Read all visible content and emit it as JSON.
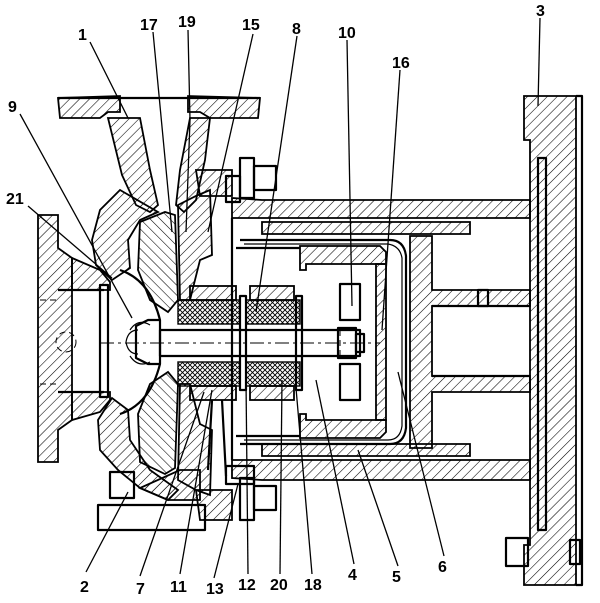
{
  "callouts": [
    {
      "id": "c1",
      "text": "1"
    },
    {
      "id": "c17",
      "text": "17"
    },
    {
      "id": "c19",
      "text": "19"
    },
    {
      "id": "c15",
      "text": "15"
    },
    {
      "id": "c8",
      "text": "8"
    },
    {
      "id": "c10",
      "text": "10"
    },
    {
      "id": "c16",
      "text": "16"
    },
    {
      "id": "c3",
      "text": "3"
    },
    {
      "id": "c9",
      "text": "9"
    },
    {
      "id": "c21",
      "text": "21"
    },
    {
      "id": "c2",
      "text": "2"
    },
    {
      "id": "c7",
      "text": "7"
    },
    {
      "id": "c11",
      "text": "11"
    },
    {
      "id": "c13",
      "text": "13"
    },
    {
      "id": "c12",
      "text": "12"
    },
    {
      "id": "c20",
      "text": "20"
    },
    {
      "id": "c18",
      "text": "18"
    },
    {
      "id": "c4",
      "text": "4"
    },
    {
      "id": "c5",
      "text": "5"
    },
    {
      "id": "c6",
      "text": "6"
    }
  ]
}
